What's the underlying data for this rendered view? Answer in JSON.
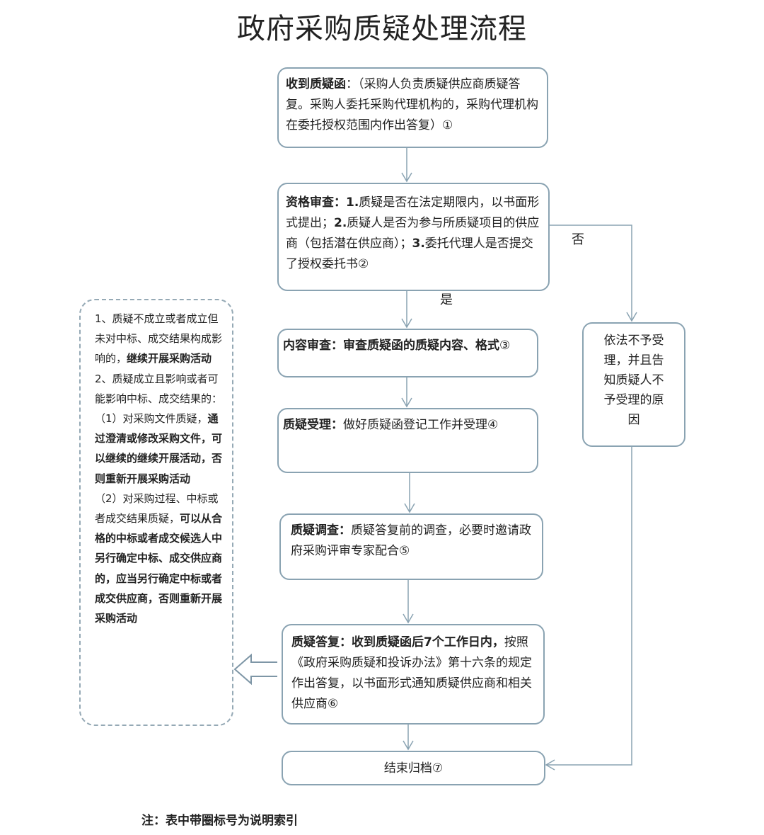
{
  "title": "政府采购质疑处理流程",
  "boxes": {
    "receive": [
      {
        "t": "收到质疑函",
        "b": true
      },
      {
        "t": "：（采购人负责质疑供应商质疑答复。采购人委托采购代理机构的，采购代理机构在委托授权范围内作出答复）①",
        "b": false
      }
    ],
    "qualification": [
      {
        "t": "资格审查：",
        "b": true
      },
      {
        "t": "1.",
        "b": true
      },
      {
        "t": "质疑是否在法定期限内，以书面形式提出；",
        "b": false
      },
      {
        "t": "2.",
        "b": true
      },
      {
        "t": "质疑人是否为参与所质疑项目的供应商（包括潜在供应商）；",
        "b": false
      },
      {
        "t": "3.",
        "b": true
      },
      {
        "t": "委托代理人是否提交了授权委托书②",
        "b": false
      }
    ],
    "content": [
      {
        "t": "内容审查：审查质疑函的质疑内容、格式",
        "b": true
      },
      {
        "t": "③",
        "b": false
      }
    ],
    "accept": [
      {
        "t": "质疑受理：",
        "b": true
      },
      {
        "t": "做好质疑函登记工作并受理④",
        "b": false
      }
    ],
    "investigate": [
      {
        "t": "质疑调查：",
        "b": true
      },
      {
        "t": "质疑答复前的调查，必要时邀请政府采购评审专家配合⑤",
        "b": false
      }
    ],
    "reply": [
      {
        "t": "质疑答复：收到质疑函后7个工作日内，",
        "b": true
      },
      {
        "t": "按照《政府采购质疑和投诉办法》第十六条的规定作出答复，以书面形式通知质疑供应商和相关供应商⑥",
        "b": false
      }
    ],
    "archive": [
      {
        "t": "结束归档⑦",
        "b": false
      }
    ],
    "reject": [
      {
        "t": "依法不予受理，并且告知质疑人不予受理的原因",
        "b": false
      }
    ],
    "outcomes": [
      {
        "t": "1、质疑不成立或者成立但未对中标、成交结果构成影响的，",
        "b": false
      },
      {
        "t": "继续开展采购活动",
        "b": true
      },
      {
        "t": "\n2、质疑成立且影响或者可能影响中标、成交结果的：\n（1）对采购文件质疑，",
        "b": false
      },
      {
        "t": "通过澄清或修改采购文件，可以继续的继续开展活动，否则重新开展采购活动",
        "b": true
      },
      {
        "t": "\n（2）对采购过程、中标或者成交结果质疑，",
        "b": false
      },
      {
        "t": "可以从合格的中标或者成交候选人中另行确定中标、成交供应商的，应当另行确定中标或者成交供应商，否则重新开展采购活动",
        "b": true
      }
    ]
  },
  "labels": {
    "no": "否",
    "yes": "是"
  },
  "note": "注：表中带圈标号为说明索引",
  "colors": {
    "border": "#8aa3b2",
    "arrow": "#8aa3b2"
  }
}
